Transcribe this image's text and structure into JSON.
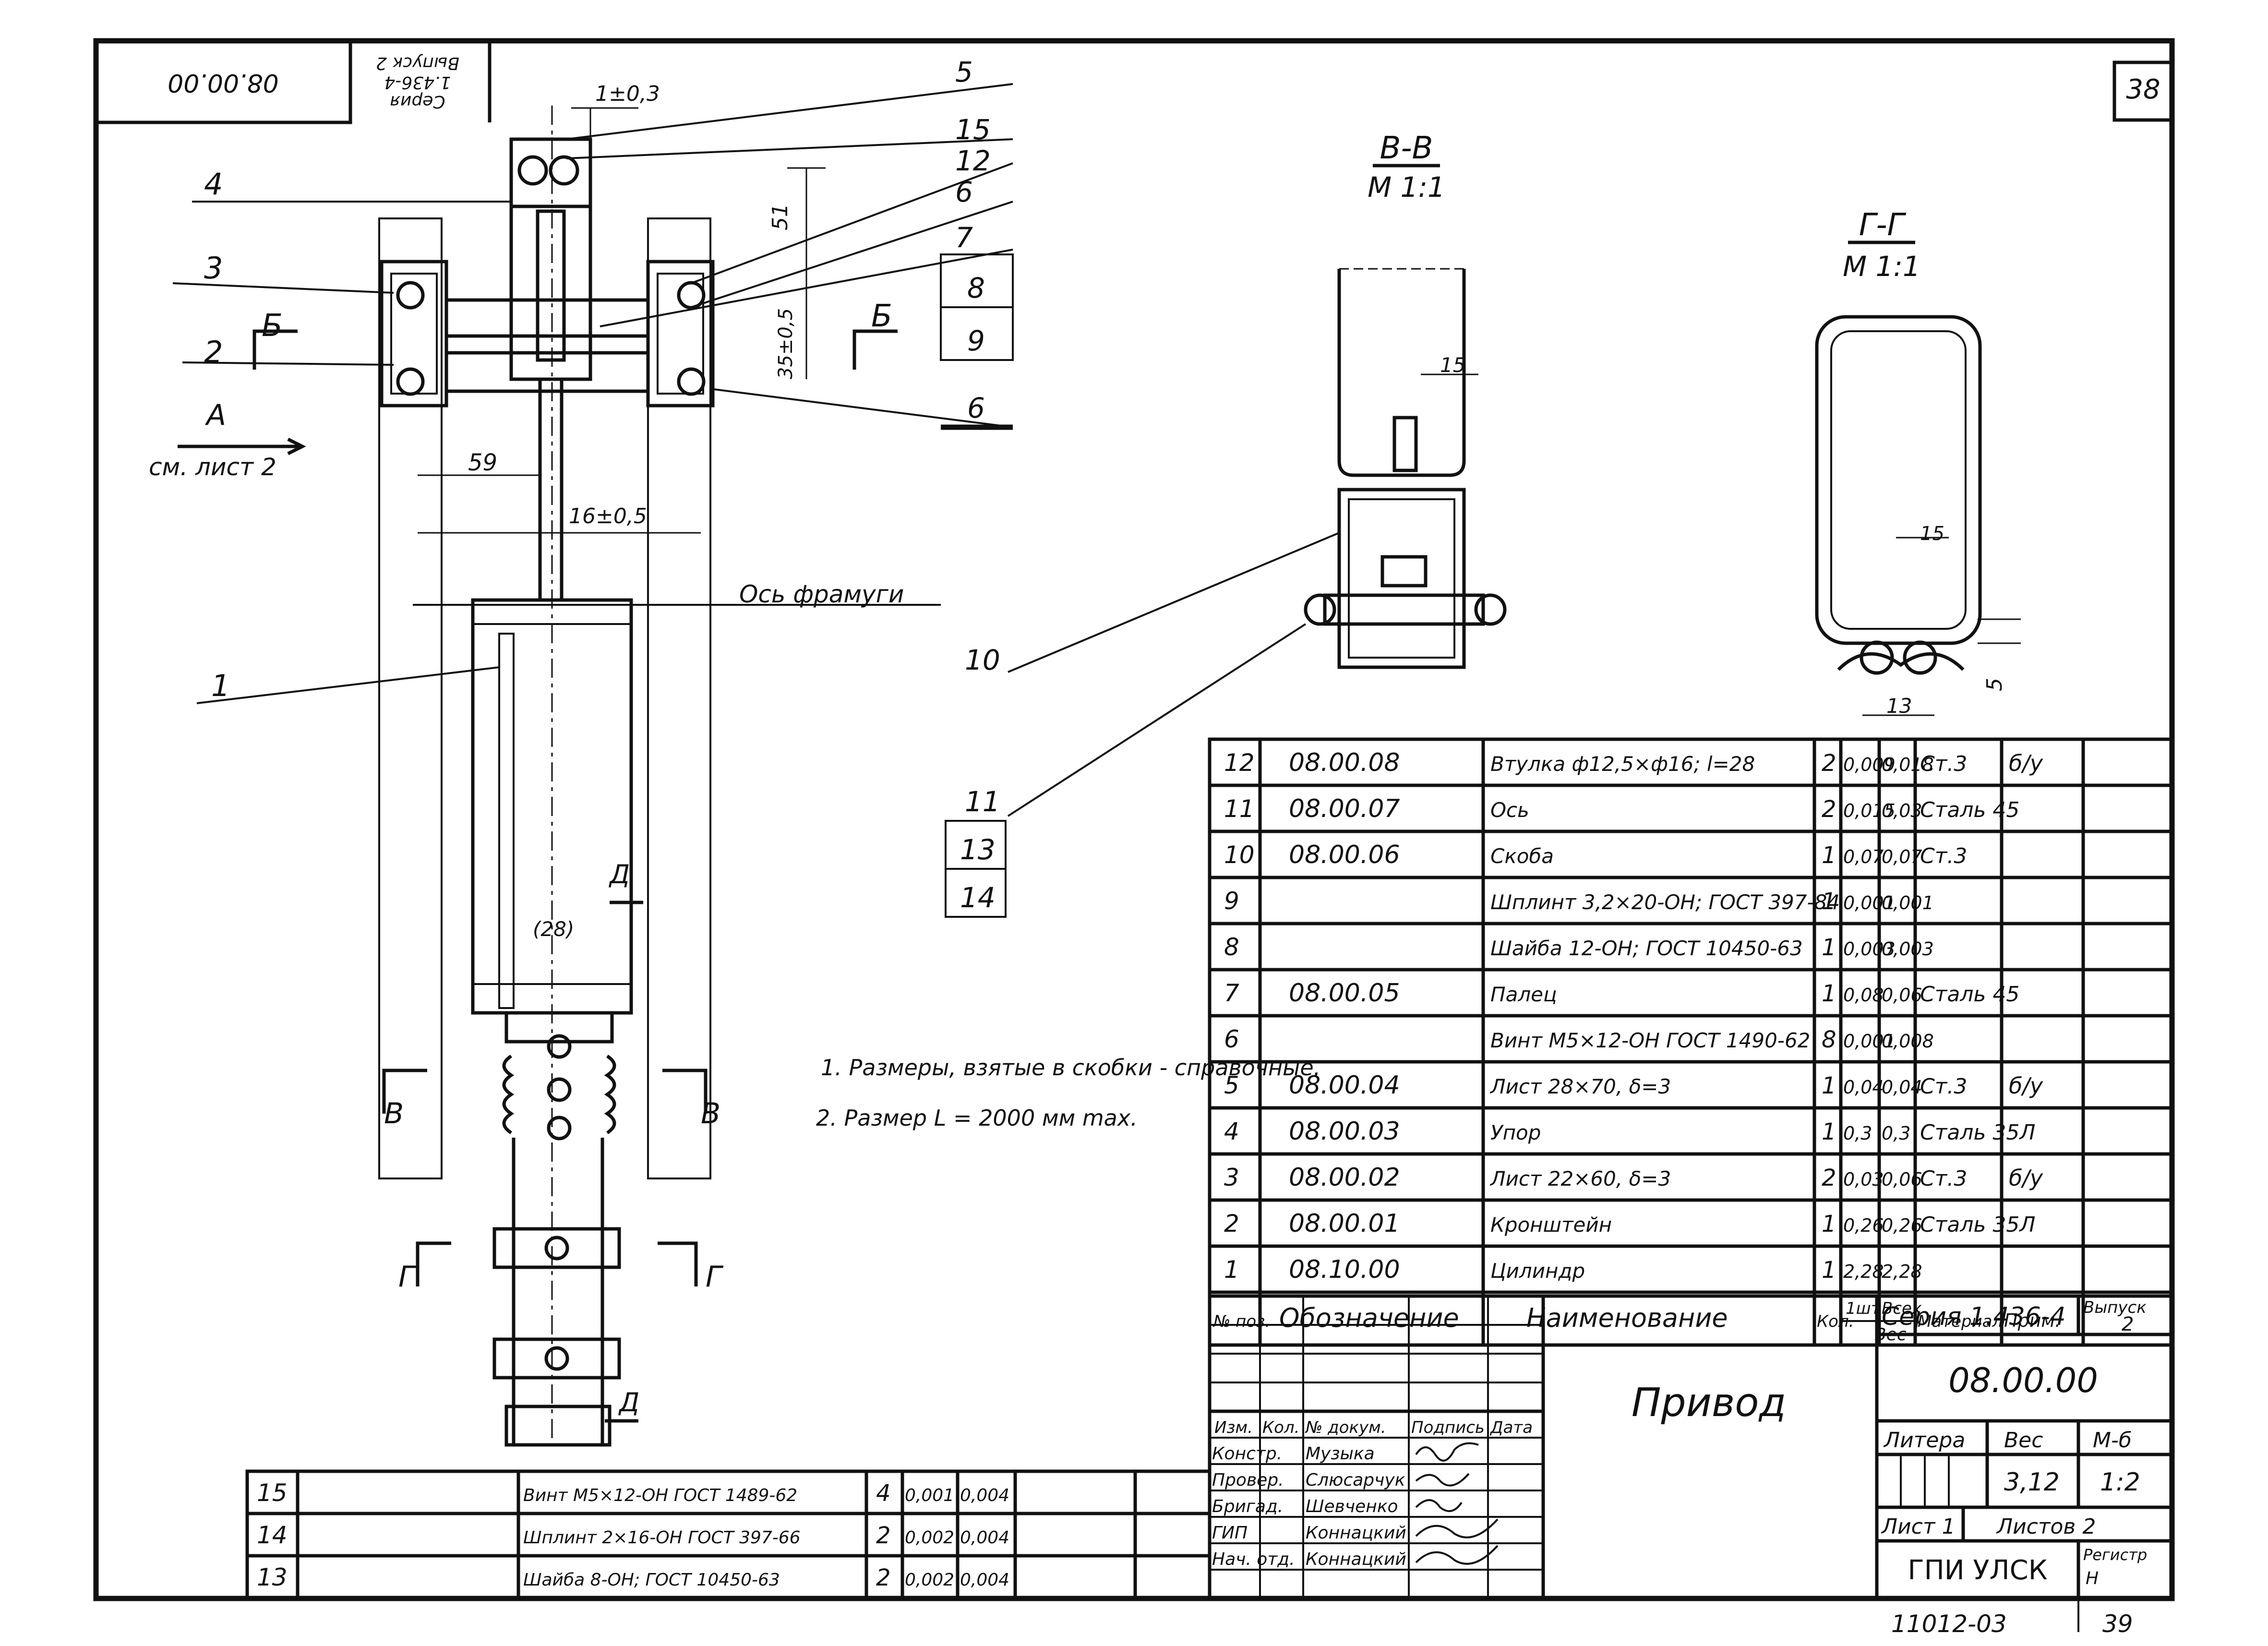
{
  "sheet": {
    "number": "38",
    "corner_code": "08.00.00",
    "corner_series_lines": [
      "Серия",
      "1.436-4",
      "Выпуск 2"
    ]
  },
  "views": {
    "section_bb_title": "В-В",
    "section_bb_scale": "М 1:1",
    "section_gg_title": "Г-Г",
    "section_gg_scale": "М 1:1",
    "arrow_a_label": "А",
    "arrow_a_note": "см. лист 2",
    "axis_label": "Ось фрамуги",
    "cut_b": "Б",
    "cut_v": "В",
    "cut_g": "Г",
    "view_d": "Д"
  },
  "dimensions": {
    "d_top": "1±0,3",
    "d_51": "51",
    "d_35": "35±0,5",
    "d_59": "59",
    "d_16": "16±0,5",
    "d_28": "(28)",
    "d_bb_15": "15",
    "d_gg_15": "15",
    "d_gg_5": "5",
    "d_gg_13": "13"
  },
  "leaders": {
    "left": [
      "4",
      "3",
      "2",
      "1"
    ],
    "right": [
      "5",
      "15",
      "12",
      "6",
      "7",
      "8",
      "9",
      "6"
    ],
    "middle": [
      "10",
      "11",
      "13",
      "14"
    ]
  },
  "notes": [
    "1. Размеры, взятые в скобки - справочные.",
    "2. Размер L = 2000 мм max."
  ],
  "bom": {
    "header": {
      "pos": "№ поз.",
      "designation": "Обозначение",
      "name": "Наименование",
      "qty": "Кол.",
      "mass_unit": "1шт",
      "mass_total": "Всех",
      "mass": "Вес",
      "material": "Материал",
      "note": "Прим."
    },
    "rows": [
      {
        "pos": "12",
        "designation": "08.00.08",
        "name": "Втулка ф12,5×ф16; l=28",
        "qty": "2",
        "mass_unit": "0,009",
        "mass_total": "0,018",
        "material": "Ст.3",
        "note": "б/у"
      },
      {
        "pos": "11",
        "designation": "08.00.07",
        "name": "Ось",
        "qty": "2",
        "mass_unit": "0,015",
        "mass_total": "0,03",
        "material": "Сталь 45",
        "note": ""
      },
      {
        "pos": "10",
        "designation": "08.00.06",
        "name": "Скоба",
        "qty": "1",
        "mass_unit": "0,07",
        "mass_total": "0,07",
        "material": "Ст.3",
        "note": ""
      },
      {
        "pos": "9",
        "designation": "",
        "name": "Шплинт 3,2×20-ОН; ГОСТ 397-84",
        "qty": "1",
        "mass_unit": "0,001",
        "mass_total": "0,001",
        "material": "",
        "note": ""
      },
      {
        "pos": "8",
        "designation": "",
        "name": "Шайба 12-ОН; ГОСТ 10450-63",
        "qty": "1",
        "mass_unit": "0,003",
        "mass_total": "0,003",
        "material": "",
        "note": ""
      },
      {
        "pos": "7",
        "designation": "08.00.05",
        "name": "Палец",
        "qty": "1",
        "mass_unit": "0,08",
        "mass_total": "0,06",
        "material": "Сталь 45",
        "note": ""
      },
      {
        "pos": "6",
        "designation": "",
        "name": "Винт М5×12-ОН ГОСТ 1490-62",
        "qty": "8",
        "mass_unit": "0,001",
        "mass_total": "0,008",
        "material": "",
        "note": ""
      },
      {
        "pos": "5",
        "designation": "08.00.04",
        "name": "Лист 28×70, δ=3",
        "qty": "1",
        "mass_unit": "0,04",
        "mass_total": "0,04",
        "material": "Ст.3",
        "note": "б/у"
      },
      {
        "pos": "4",
        "designation": "08.00.03",
        "name": "Упор",
        "qty": "1",
        "mass_unit": "0,3",
        "mass_total": "0,3",
        "material": "Сталь 35Л",
        "note": ""
      },
      {
        "pos": "3",
        "designation": "08.00.02",
        "name": "Лист 22×60, δ=3",
        "qty": "2",
        "mass_unit": "0,03",
        "mass_total": "0,06",
        "material": "Ст.3",
        "note": "б/у"
      },
      {
        "pos": "2",
        "designation": "08.00.01",
        "name": "Кронштейн",
        "qty": "1",
        "mass_unit": "0,26",
        "mass_total": "0,26",
        "material": "Сталь 35Л",
        "note": ""
      },
      {
        "pos": "1",
        "designation": "08.10.00",
        "name": "Цилиндр",
        "qty": "1",
        "mass_unit": "2,28",
        "mass_total": "2,28",
        "material": "",
        "note": ""
      }
    ],
    "bottom_rows": [
      {
        "pos": "15",
        "name": "Винт М5×12-ОН ГОСТ 1489-62",
        "qty": "4",
        "mass_unit": "0,001",
        "mass_total": "0,004"
      },
      {
        "pos": "14",
        "name": "Шплинт 2×16-ОН ГОСТ 397-66",
        "qty": "2",
        "mass_unit": "0,002",
        "mass_total": "0,004"
      },
      {
        "pos": "13",
        "name": "Шайба 8-ОН; ГОСТ 10450-63",
        "qty": "2",
        "mass_unit": "0,002",
        "mass_total": "0,004"
      }
    ]
  },
  "title_block": {
    "series": "Серия 1.436-4",
    "issue_label": "Выпуск",
    "issue": "2",
    "designation": "08.00.00",
    "title": "Привод",
    "litera_label": "Литера",
    "mass_label": "Вес",
    "scale_label": "М-б",
    "mass": "3,12",
    "scale": "1:2",
    "sheet_label": "Лист 1",
    "sheets_label": "Листов 2",
    "org": "ГПИ УЛСК",
    "register_label": "Регистр",
    "register": "Н",
    "head": [
      "Изм.",
      "Кол.",
      "№ докум.",
      "Подпись",
      "Дата"
    ],
    "roles": [
      {
        "role": "Констр.",
        "name": "Музыка"
      },
      {
        "role": "Провер.",
        "name": "Слюсарчук"
      },
      {
        "role": "Бригад.",
        "name": "Шевченко"
      },
      {
        "role": "ГИП",
        "name": "Коннацкий"
      },
      {
        "role": "Нач. отд.",
        "name": "Коннацкий"
      }
    ]
  },
  "footer": {
    "code": "11012-03",
    "page": "39"
  }
}
